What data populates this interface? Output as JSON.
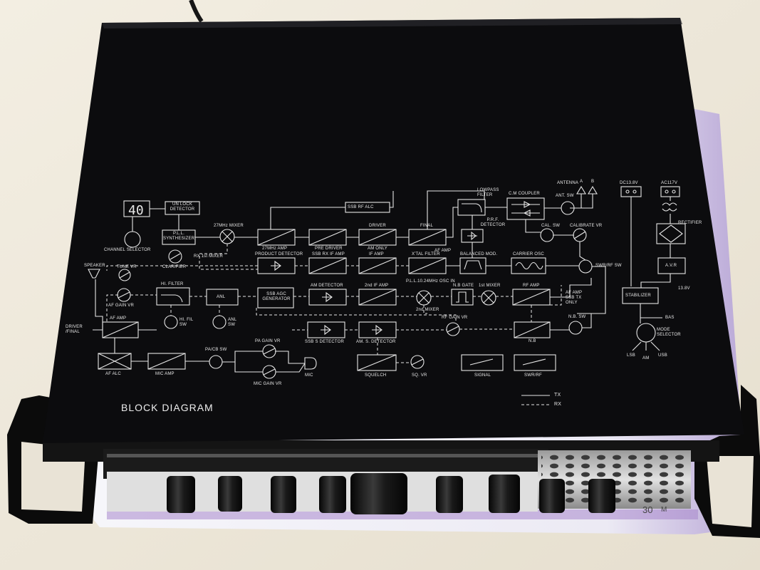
{
  "photo": {
    "subject": "CB radio transceiver, top cover with printed block diagram",
    "colors": {
      "background": "#efe9dc",
      "panel": "#0c0c0e",
      "ink": "#e8e8e8",
      "chrome": "#c9c9c9"
    }
  },
  "diagram": {
    "title": "BLOCK DIAGRAM",
    "display_digits": "40",
    "legend": {
      "tx": "TX",
      "rx": "RX"
    },
    "labels": {
      "channel_selector": "CHANNEL SELECTOR",
      "unlock_detector": "UN LOCK DETECTOR",
      "pll_synth": "P.L.L. SYNTHESIZER",
      "mixer_27": "27MHz MIXER",
      "rx_1st_mixer": "RX 1st MIXER",
      "amp_27": "27MHz AMP",
      "pre_driver": "PRE DRIVER",
      "driver": "DRIVER",
      "am_only": "AM ONLY",
      "final": "FINAL",
      "af_amp": "AF AMP",
      "ssb_rf_alc": "SSB RF ALC",
      "lowpass": "LOWPASS FILTER",
      "prf_detector": "P.R.F. DETECTOR",
      "cm_coupler": "C.M COUPLER",
      "antenna": "ANTENNA",
      "ant_a": "A",
      "ant_b": "B",
      "ant_sw": "ANT. SW",
      "cal_sw": "CAL. SW",
      "calibrate_vr": "CALIBRATE VR",
      "dc": "DC13.8V",
      "ac": "AC117V",
      "rectifier": "RECTIFIER",
      "avr": "A.V.R",
      "v138": "13.8V",
      "stabilizer": "STABILIZER",
      "bas": "BAS",
      "mode_selector": "MODE SELECTOR",
      "lsb": "LSB",
      "am": "AM",
      "usb": "USB",
      "speaker": "SPEAKER",
      "tune_vr": "TUNE VR",
      "clarifier": "CLARIFIER",
      "product_detector": "PRODUCT DETECTOR",
      "ssb_rx_if": "SSB RX IF AMP",
      "if_amp": "IF AMP",
      "xtal": "X'TAL FILTER",
      "balanced_mod": "BALANCED MOD.",
      "carrier_osc": "CARRIER OSC",
      "swr_rf_sw": "SWR/RF SW",
      "af_gain_vr": "AF GAIN VR",
      "hi_filter": "HI. FILTER",
      "anl": "ANL",
      "ssb_agc": "SSB AGC GENERATOR",
      "am_detector": "AM DETECTOR",
      "if2": "2nd IF AMP",
      "pll_osc": "P.L.L.10.24MHz OSC IN",
      "nb_gate": "N.B GATE",
      "mixer1": "1st MIXER",
      "rf_amp": "RF AMP",
      "af_amp_ssb": "AF AMP SSB TX ONLY",
      "mixer2": "2nd MIXER",
      "hi_fil_sw": "HI. FIL SW",
      "anl_sw": "ANL SW",
      "rf_gain_vr": "RF GAIN VR",
      "nb_sw": "N.B. SW",
      "nb": "N.B",
      "driver_final": "DRIVER /FINAL",
      "af_amp2": "AF AMP",
      "ssb_s_det": "SSB S DETECTOR",
      "am_s_det": "AM. S. DETECTOR",
      "pa_gain_vr": "PA GAIN VR",
      "pa_cb_sw": "PA/CB SW",
      "af_alc": "AF ALC",
      "mic_amp": "MIC AMP",
      "mic_gain_vr": "MIC GAIN VR",
      "mic": "MIC",
      "squelch": "SQUELCH",
      "sq_vr": "SQ. VR",
      "signal": "SIGNAL",
      "swr_rf": "SWR/RF"
    }
  },
  "paper": {
    "channel_readout": "30",
    "channel_unit": "M"
  }
}
